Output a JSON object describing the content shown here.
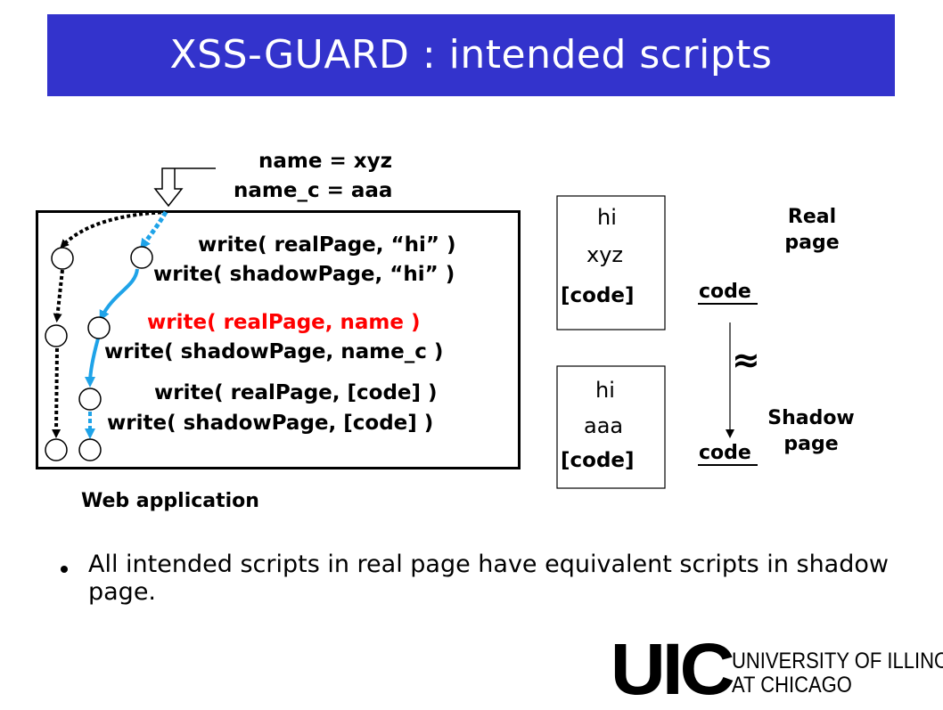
{
  "title": "XSS-GUARD : intended scripts",
  "inputs": {
    "name_assign": "name = xyz",
    "name_c_assign": "name_c = aaa"
  },
  "web_app": {
    "label": "Web application",
    "lines": [
      "write( realPage, “hi” )",
      "write( shadowPage, “hi” )",
      "write( realPage, name )",
      "write( shadowPage, name_c )",
      "write( realPage, [code] )",
      "write( shadowPage, [code] )"
    ]
  },
  "real_page": {
    "lines": [
      "hi",
      "xyz",
      "[code]"
    ],
    "label": "Real page",
    "code_label": "code"
  },
  "shadow_page": {
    "lines": [
      "hi",
      "aaa",
      "[code]"
    ],
    "label": "Shadow page",
    "code_label": "code"
  },
  "approx_symbol": "≈",
  "bullet": "All intended scripts in real page have equivalent scripts in shadow page.",
  "logo": {
    "letters": "UIC",
    "line1": "UNIVERSITY OF ILLINOIS",
    "line2": "AT CHICAGO"
  },
  "colors": {
    "title_bg": "#3333cc",
    "title_text": "#ffffff",
    "highlight_red": "#ff0000",
    "shadow_path_blue": "#1fa3e8"
  }
}
